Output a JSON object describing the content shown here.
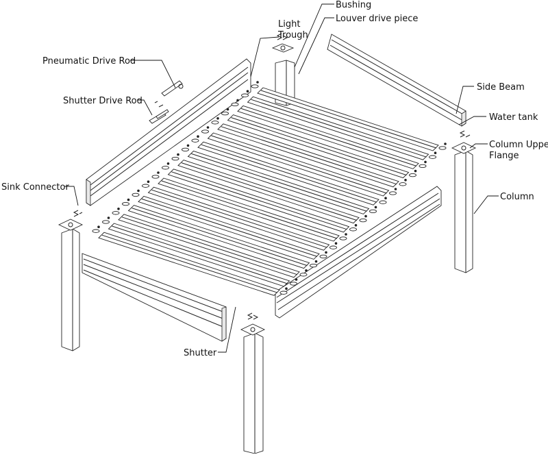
{
  "diagram": {
    "labels": {
      "bushing": "Bushing",
      "louver_drive_piece": "Louver drive piece",
      "light": "Light",
      "trough": "Trough",
      "pneumatic_drive_rod": "Pneumatic Drive Rod",
      "side_beam": "Side Beam",
      "shutter_drive_rod": "Shutter Drive Rod",
      "water_tank": "Water tank",
      "column_upper": "Column Upper",
      "flange": "Flange",
      "sink_connector": "Sink Connector",
      "column": "Column",
      "shutter": "Shutter"
    },
    "colors": {
      "line": "#222222",
      "background": "#ffffff",
      "shade": "#e9e9e9"
    }
  }
}
